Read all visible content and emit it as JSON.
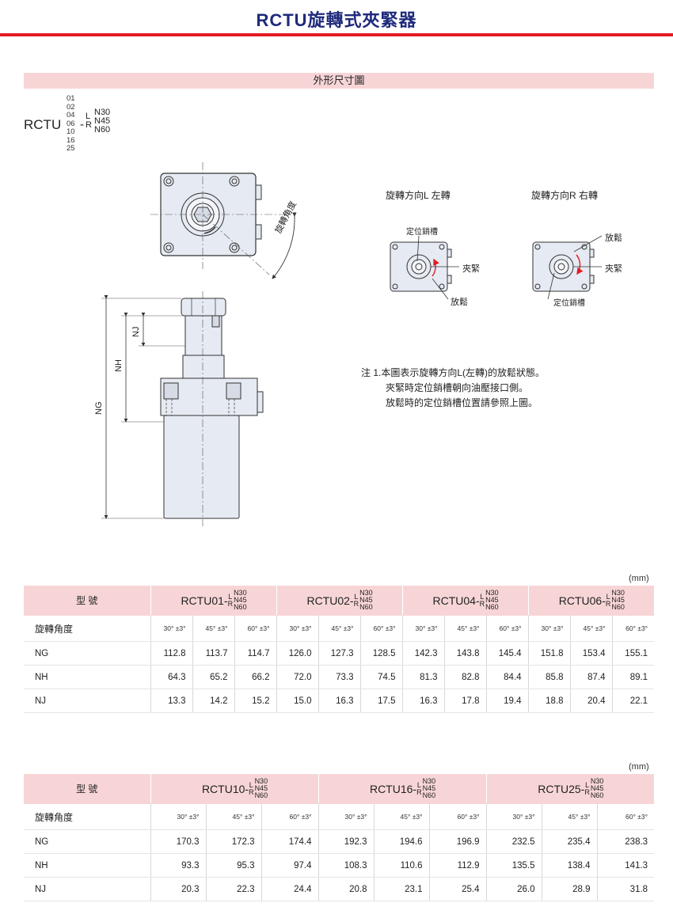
{
  "title": "RCTU旋轉式夾緊器",
  "section": {
    "label": "外形尺寸圖"
  },
  "model_code": {
    "prefix": "RCTU",
    "sizes": [
      "01",
      "02",
      "04",
      "06",
      "10",
      "16",
      "25"
    ],
    "dash": "-",
    "dirs": [
      "L",
      "R"
    ],
    "angles": [
      "N30",
      "N45",
      "N60"
    ]
  },
  "drawing": {
    "rotation_angle_label": "旋轉角度",
    "nh_label": "NH",
    "nj_label": "NJ",
    "ng_label": "NG"
  },
  "directions": {
    "left": {
      "title": "旋轉方向L 左轉",
      "pin_slot": "定位銷槽",
      "clamp": "夾緊",
      "release": "放鬆"
    },
    "right": {
      "title": "旋轉方向R 右轉",
      "pin_slot": "定位銷槽",
      "clamp": "夾緊",
      "release": "放鬆"
    }
  },
  "note": {
    "line1": "注 1.本圖表示旋轉方向L(左轉)的放鬆狀態。",
    "line2": "夾緊時定位銷槽朝向油壓接口側。",
    "line3": "放鬆時的定位銷槽位置請參照上圖。"
  },
  "table1": {
    "unit": "(mm)",
    "header_label": "型 號",
    "models": [
      "RCTU01-",
      "RCTU02-",
      "RCTU04-",
      "RCTU06-"
    ],
    "dirs": [
      "L",
      "R"
    ],
    "angle_opts": [
      "N30",
      "N45",
      "N60"
    ],
    "angle_row_label": "旋轉角度",
    "angles": [
      "30° ±3°",
      "45° ±3°",
      "60° ±3°"
    ],
    "rows": [
      {
        "label": "NG",
        "values": [
          "112.8",
          "113.7",
          "114.7",
          "126.0",
          "127.3",
          "128.5",
          "142.3",
          "143.8",
          "145.4",
          "151.8",
          "153.4",
          "155.1"
        ]
      },
      {
        "label": "NH",
        "values": [
          "64.3",
          "65.2",
          "66.2",
          "72.0",
          "73.3",
          "74.5",
          "81.3",
          "82.8",
          "84.4",
          "85.8",
          "87.4",
          "89.1"
        ]
      },
      {
        "label": "NJ",
        "values": [
          "13.3",
          "14.2",
          "15.2",
          "15.0",
          "16.3",
          "17.5",
          "16.3",
          "17.8",
          "19.4",
          "18.8",
          "20.4",
          "22.1"
        ]
      }
    ]
  },
  "table2": {
    "unit": "(mm)",
    "header_label": "型 號",
    "models": [
      "RCTU10-",
      "RCTU16-",
      "RCTU25-"
    ],
    "dirs": [
      "L",
      "R"
    ],
    "angle_opts": [
      "N30",
      "N45",
      "N60"
    ],
    "angle_row_label": "旋轉角度",
    "angles": [
      "30° ±3°",
      "45° ±3°",
      "60° ±3°"
    ],
    "rows": [
      {
        "label": "NG",
        "values": [
          "170.3",
          "172.3",
          "174.4",
          "192.3",
          "194.6",
          "196.9",
          "232.5",
          "235.4",
          "238.3"
        ]
      },
      {
        "label": "NH",
        "values": [
          "93.3",
          "95.3",
          "97.4",
          "108.3",
          "110.6",
          "112.9",
          "135.5",
          "138.4",
          "141.3"
        ]
      },
      {
        "label": "NJ",
        "values": [
          "20.3",
          "22.3",
          "24.4",
          "20.8",
          "23.1",
          "25.4",
          "26.0",
          "28.9",
          "31.8"
        ]
      }
    ]
  }
}
